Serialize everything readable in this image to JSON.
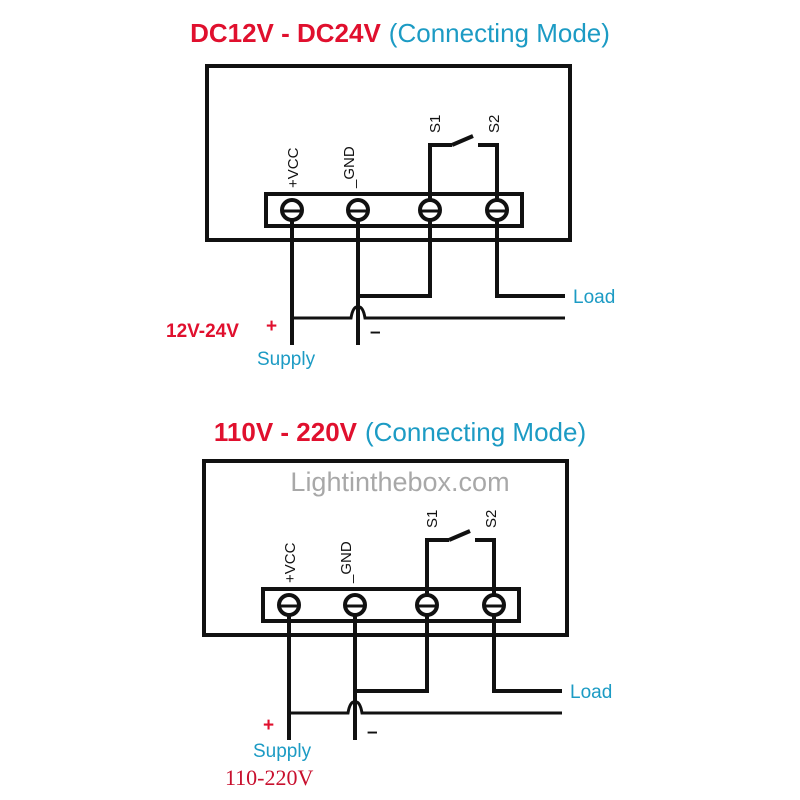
{
  "diagrams": [
    {
      "title_voltage": "DC12V - DC24V",
      "title_mode": "(Connecting Mode)",
      "terminals": [
        "+VCC",
        "_GND",
        "S1",
        "S2"
      ],
      "load_label": "Load",
      "supply_voltage": "12V-24V",
      "plus_sign": "+",
      "minus_sign": "–",
      "supply_label": "Supply"
    },
    {
      "title_voltage": "110V - 220V",
      "title_mode": "(Connecting Mode)",
      "terminals": [
        "+VCC",
        "_GND",
        "S1",
        "S2"
      ],
      "load_label": "Load",
      "plus_sign": "+",
      "minus_sign": "–",
      "supply_label": "Supply",
      "supply_voltage": "110-220V"
    }
  ],
  "watermark": "Lightinthebox.com",
  "colors": {
    "red": "#e0102e",
    "blue": "#1c9bc4",
    "line": "#111111"
  }
}
